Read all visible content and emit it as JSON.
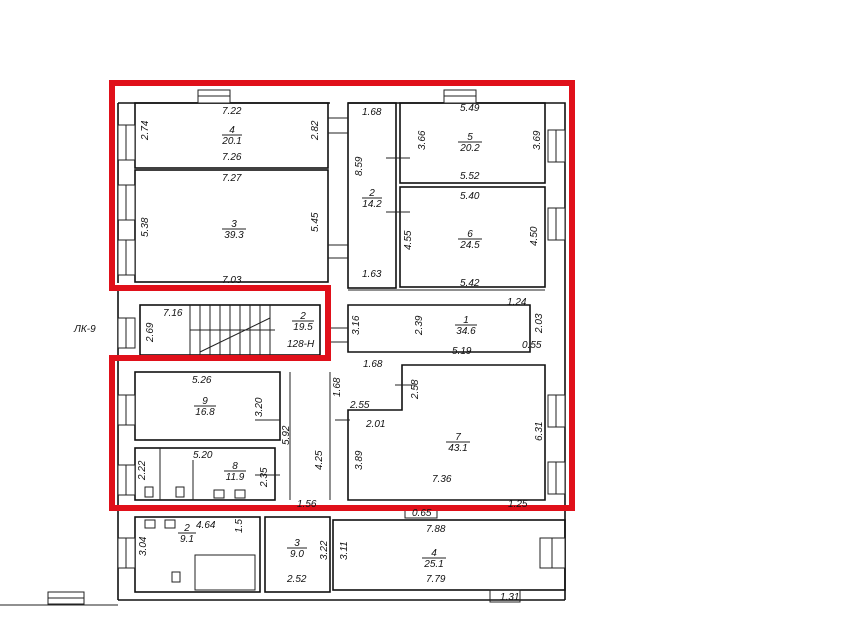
{
  "accent_color": "#e0101a",
  "markers": {
    "lk": "ЛК-9",
    "stair_mark": "128-Н"
  },
  "rooms": {
    "r4_top": {
      "num": "4",
      "area": "20.1"
    },
    "r3_big": {
      "num": "3",
      "area": "39.3"
    },
    "r2_hall": {
      "num": "2",
      "area": "14.2"
    },
    "r5": {
      "num": "5",
      "area": "20.2"
    },
    "r6": {
      "num": "6",
      "area": "24.5"
    },
    "r_stair": {
      "num": "2",
      "area": "19.5"
    },
    "r1": {
      "num": "1",
      "area": "34.6"
    },
    "r9": {
      "num": "9",
      "area": "16.8"
    },
    "r8": {
      "num": "8",
      "area": "11.9"
    },
    "r7": {
      "num": "7",
      "area": "43.1"
    },
    "r2_low": {
      "num": "2",
      "area": "9.1"
    },
    "r3_low": {
      "num": "3",
      "area": "9.0"
    },
    "r4_low": {
      "num": "4",
      "area": "25.1"
    }
  },
  "dims": {
    "d722": "7.22",
    "d274": "2.74",
    "d282": "2.82",
    "d726": "7.26",
    "d727": "7.27",
    "d538": "5.38",
    "d545": "5.45",
    "d703": "7.03",
    "d168a": "1.68",
    "d859": "8.59",
    "d163": "1.63",
    "d549": "5.49",
    "d366": "3.66",
    "d369": "3.69",
    "d552": "5.52",
    "d540": "5.40",
    "d455": "4.55",
    "d450": "4.50",
    "d542": "5.42",
    "d716": "7.16",
    "d269": "2.69",
    "d124": "1.24",
    "d316": "3.16",
    "d239": "2.39",
    "d203": "2.03",
    "d055": "0.55",
    "d168b": "1.68",
    "d519": "5.19",
    "d526": "5.26",
    "d320": "3.20",
    "d168c": "1.68",
    "d255": "2.55",
    "d258": "2.58",
    "d592": "5.92",
    "d201": "2.01",
    "d631": "6.31",
    "d520": "5.20",
    "d222": "2.22",
    "d235": "2.35",
    "d425": "4.25",
    "d389": "3.89",
    "d736": "7.36",
    "d156": "1.56",
    "d125": "1.25",
    "d065": "0.65",
    "d464": "4.64",
    "d15": "1.5",
    "d304": "3.04",
    "d322": "3.22",
    "d311": "3.11",
    "d788": "7.88",
    "d779": "7.79",
    "d252": "2.52",
    "d131": "1.31"
  }
}
